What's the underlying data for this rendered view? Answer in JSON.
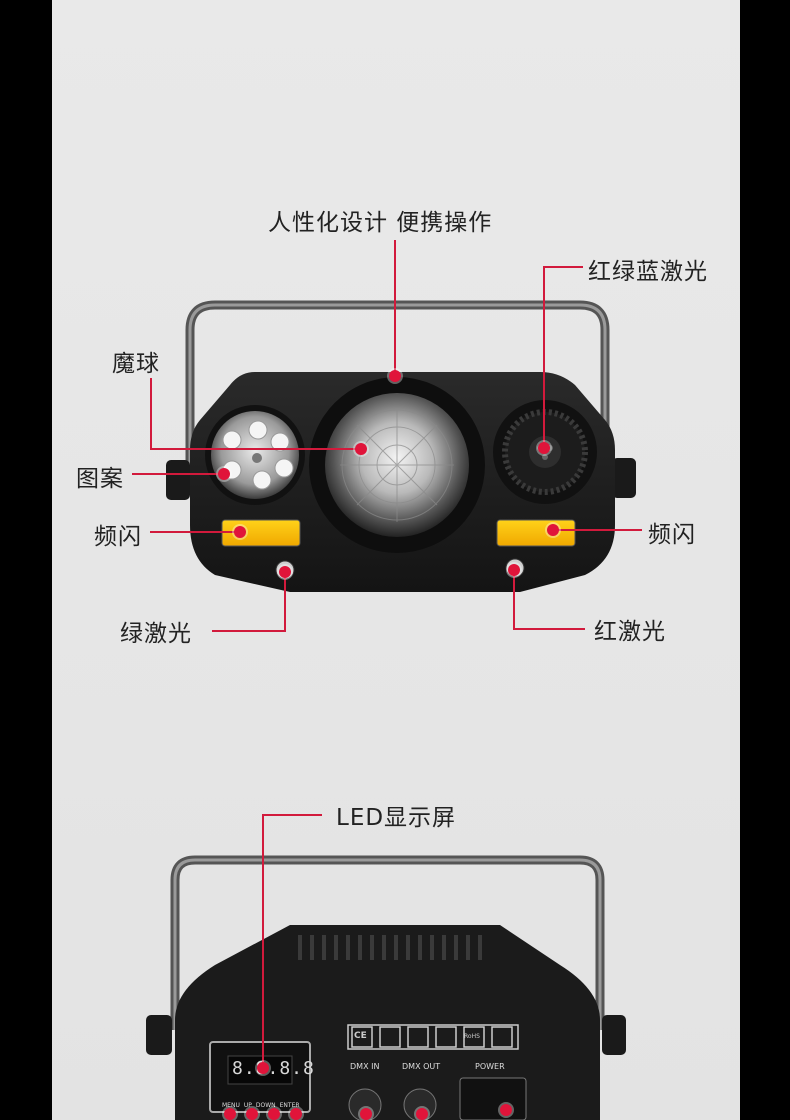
{
  "colors": {
    "accent": "#d21a3c",
    "background": "#e6e6e6",
    "frame": "#000000"
  },
  "top_product": {
    "callouts": {
      "design": "人性化设计 便携操作",
      "rgb_laser": "红绿蓝激光",
      "magic_ball": "魔球",
      "pattern": "图案",
      "strobe_left": "频闪",
      "strobe_right": "频闪",
      "green_laser": "绿激光",
      "red_laser": "红激光"
    }
  },
  "bottom_product": {
    "callouts": {
      "led_display": "LED显示屏"
    },
    "panel": {
      "display": "8.8.8.8",
      "buttons": [
        "MENU",
        "UP",
        "DOWN",
        "ENTER"
      ],
      "ports": [
        "DMX IN",
        "DMX OUT",
        "POWER"
      ],
      "certifications": [
        "CE",
        "RoHS"
      ]
    }
  }
}
